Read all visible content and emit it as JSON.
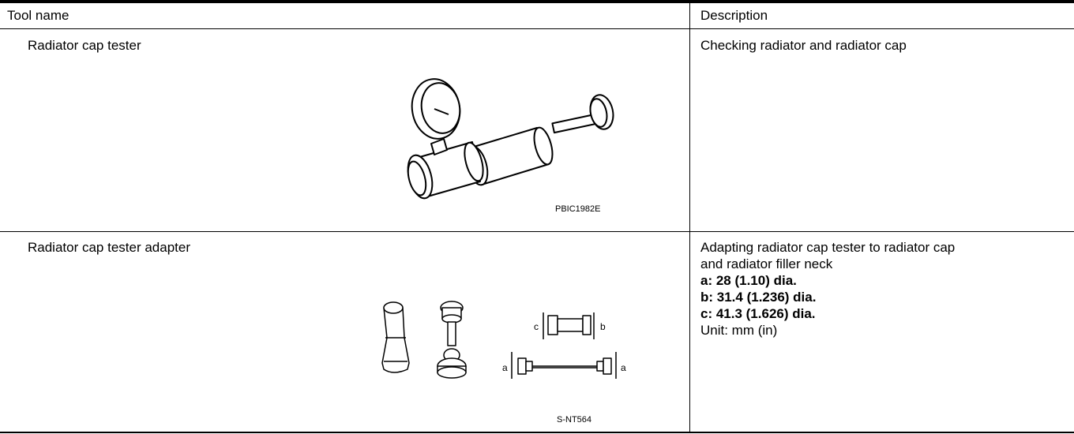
{
  "table": {
    "header": {
      "tool_name": "Tool name",
      "description": "Description"
    },
    "rows": [
      {
        "tool_name": "Radiator cap tester",
        "figure_code": "PBIC1982E",
        "description": [
          "Checking radiator and radiator cap"
        ]
      },
      {
        "tool_name": "Radiator cap tester adapter",
        "figure_code": "S-NT564",
        "figure_labels": [
          "a",
          "a",
          "b",
          "c"
        ],
        "description": [
          "Adapting radiator cap tester to radiator cap",
          "and radiator filler neck"
        ],
        "specs": [
          "a: 28 (1.10) dia.",
          "b: 31.4 (1.236) dia.",
          "c: 41.3 (1.626) dia."
        ],
        "unit": "Unit: mm (in)"
      }
    ]
  }
}
